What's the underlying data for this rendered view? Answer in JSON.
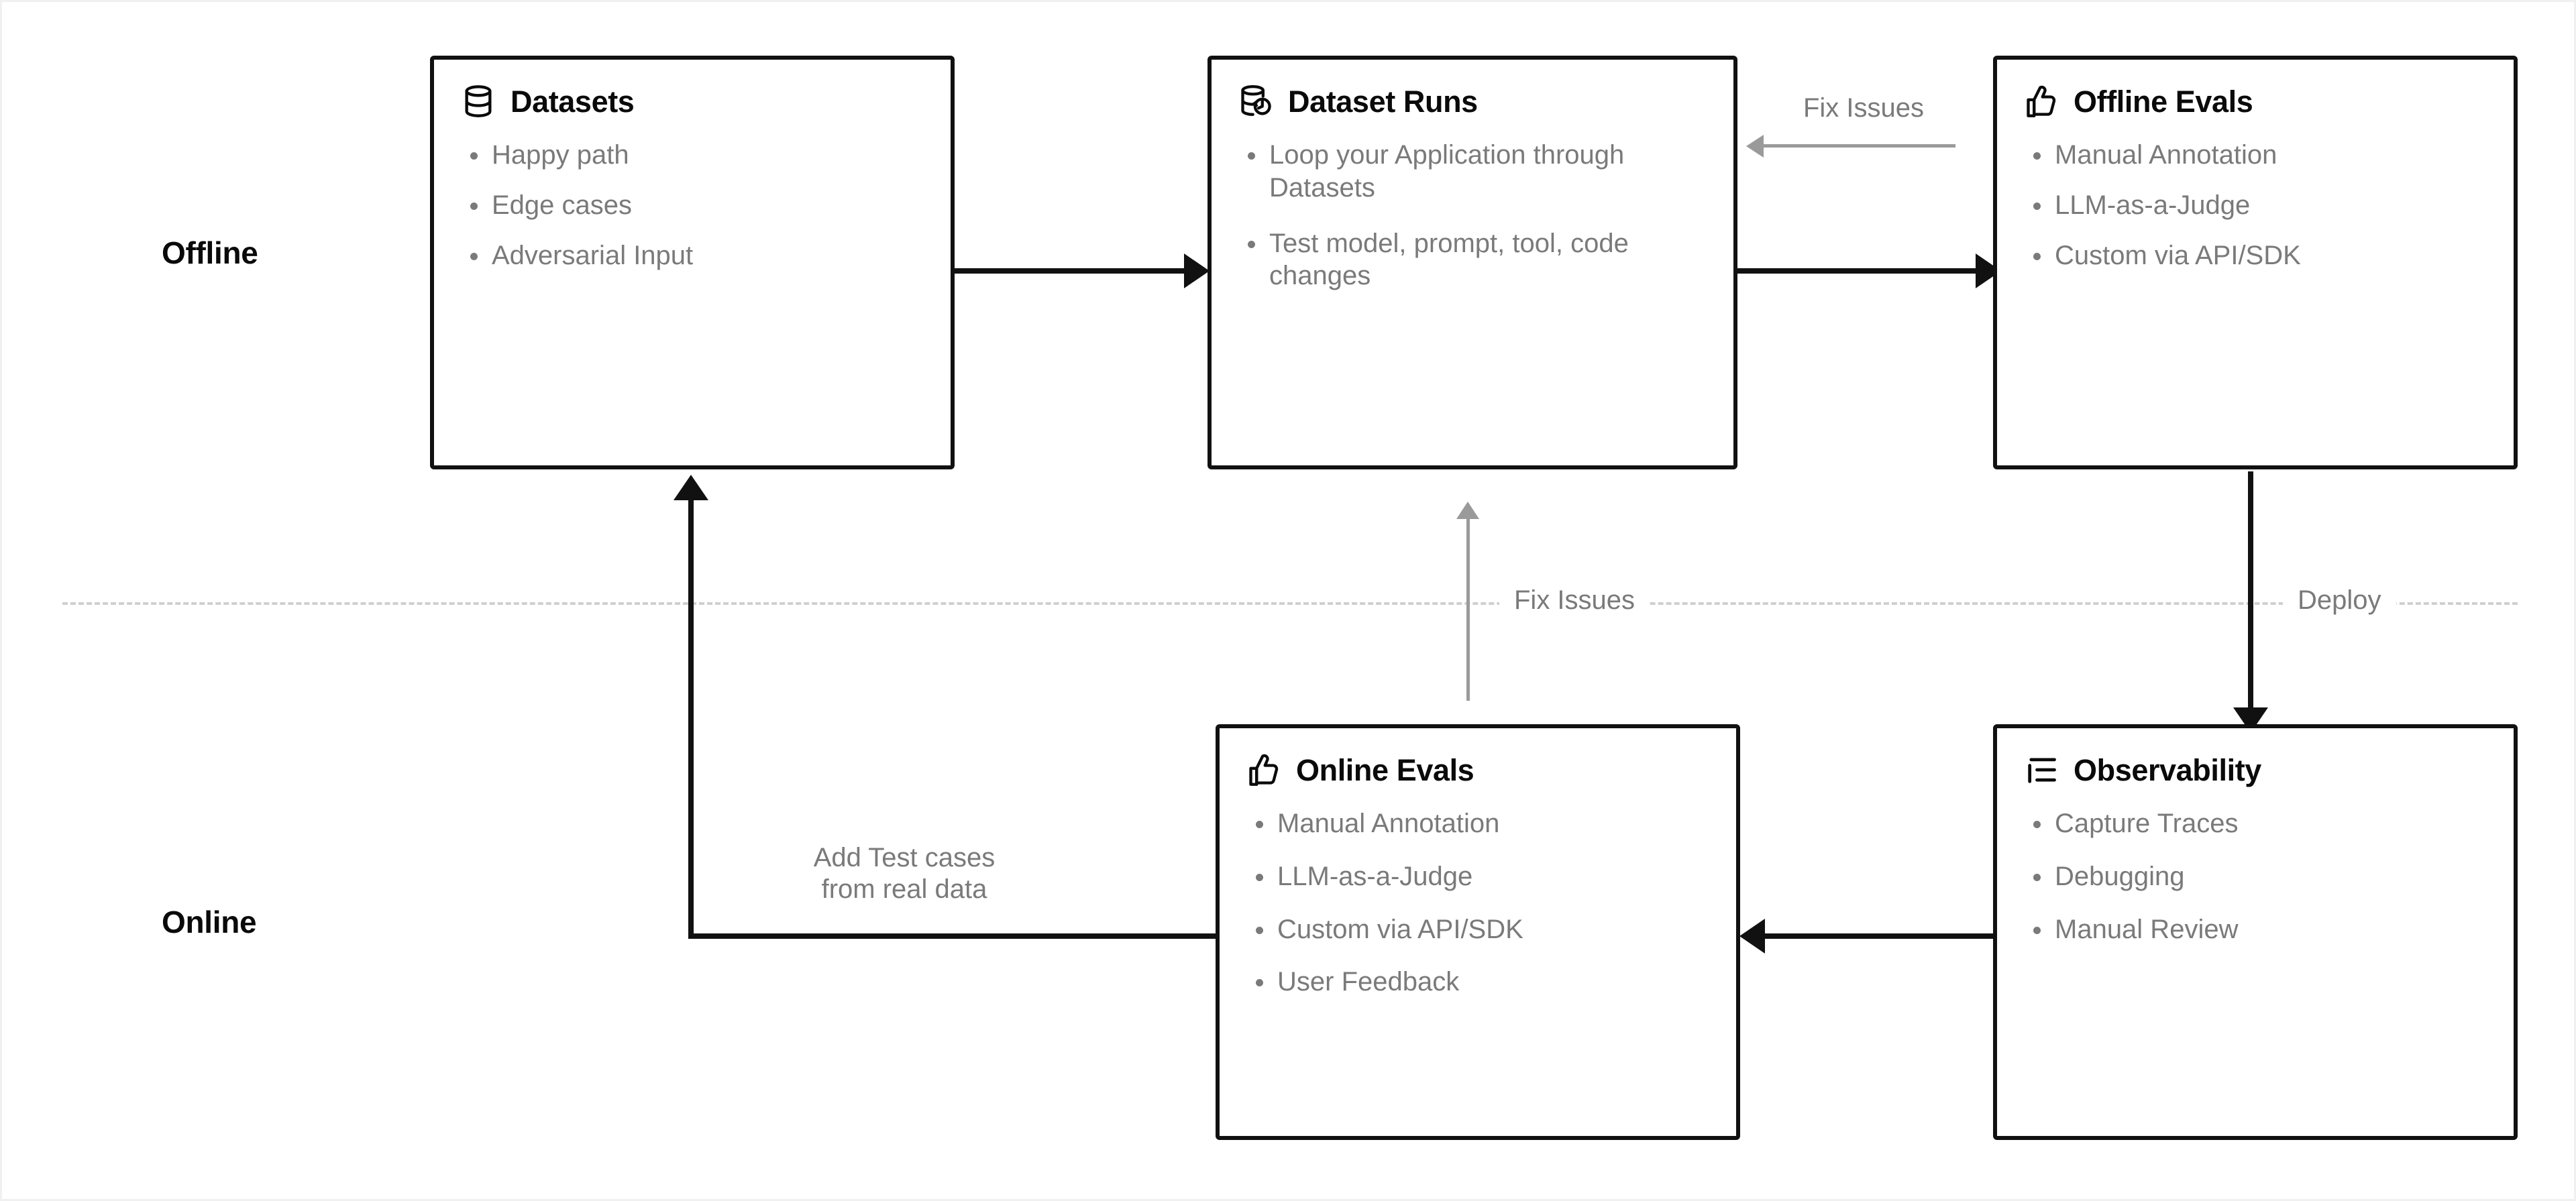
{
  "diagram": {
    "rows": [
      {
        "id": "offline",
        "label": "Offline"
      },
      {
        "id": "online",
        "label": "Online"
      }
    ],
    "nodes": [
      {
        "id": "datasets",
        "icon": "database-icon",
        "title": "Datasets",
        "items": [
          "Happy path",
          "Edge cases",
          "Adversarial Input"
        ]
      },
      {
        "id": "dataset-runs",
        "icon": "database-refresh-icon",
        "title": "Dataset Runs",
        "items": [
          "Loop your Application through Datasets",
          "Test model, prompt, tool, code changes"
        ]
      },
      {
        "id": "offline-evals",
        "icon": "thumbs-up-icon",
        "title": "Offline Evals",
        "items": [
          "Manual Annotation",
          "LLM-as-a-Judge",
          "Custom via API/SDK"
        ]
      },
      {
        "id": "online-evals",
        "icon": "thumbs-up-icon",
        "title": "Online Evals",
        "items": [
          "Manual Annotation",
          "LLM-as-a-Judge",
          "Custom via API/SDK",
          "User Feedback"
        ]
      },
      {
        "id": "observability",
        "icon": "list-tree-icon",
        "title": "Observability",
        "items": [
          "Capture Traces",
          "Debugging",
          "Manual Review"
        ]
      }
    ],
    "edge_labels": {
      "fix_issues_top": "Fix Issues",
      "fix_issues_middle": "Fix Issues",
      "deploy": "Deploy",
      "add_test_cases": "Add Test cases\nfrom real data"
    },
    "colors": {
      "stroke": "#111111",
      "muted_text": "#7a7a7a",
      "muted_stroke": "#9a9a9a",
      "divider": "#cfcfcf",
      "background": "#ffffff"
    }
  }
}
